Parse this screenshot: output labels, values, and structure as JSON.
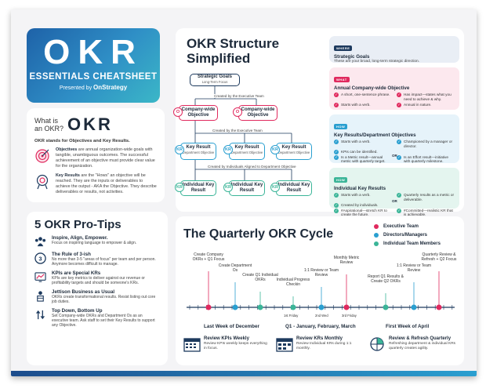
{
  "title_card": {
    "big": "OKR",
    "subtitle": "ESSENTIALS CHEATSHEET",
    "presented_by": "Presented by",
    "brand": "OnStrategy"
  },
  "what": {
    "question": "What is an OKR?",
    "heading": "OKR",
    "stands_for": "OKR stands for Objectives and Key Results.",
    "objectives_term": "Objectives",
    "objectives_text": " are annual organization-wide goals with tangible, unambiguous outcomes. The successful achievement of an objective must provide clear value for the organization.",
    "kr_term": "Key Results",
    "kr_text": " are the \"Hows\" an objective will be reached. They are the inputs or deliverables to achieve the output - AKA the Objective. They describe deliverables or results, not activities."
  },
  "structure": {
    "title_line1": "OKR Structure",
    "title_line2": "Simplified",
    "strategic_goals": "Strategic Goals",
    "long_term": "Long-Term Focus",
    "created_exec": "Created by the Executive Team",
    "company_obj": "Company-wide Objective",
    "created_exec2": "Created by the Executive Team",
    "key_result": "Key Result",
    "dept_objective": "Department Objective",
    "created_individuals": "Created by Individuals Aligned to Department Objective",
    "individual_kr": "Individual Key Result",
    "badge_o": "O",
    "badge_kr": "KR"
  },
  "annotations": {
    "where": {
      "tag": "WHERE",
      "title": "Strategic Goals",
      "body": "These are your broad, long-term strategic direction."
    },
    "what": {
      "tag": "WHAT",
      "title": "Annual Company-wide Objective",
      "items": [
        "A short, one-sentence phrase.",
        "Has impact—states what you need to achieve & why.",
        "Starts with a verb.",
        "Annual in nature."
      ]
    },
    "how1": {
      "tag": "HOW",
      "title": "Key Results/Department Objectives",
      "items": [
        "Starts with a verb.",
        "Championed by a manager or director.",
        "KPIs can be identified.",
        "",
        "Is a Metric result—annual metric with quarterly target.",
        "Is an Effort result—initiative with quarterly milestone."
      ],
      "or": "OR"
    },
    "how2": {
      "tag": "HOW",
      "title": "Individual Key Results",
      "items": [
        "Starts with a verb.",
        "Quarterly results as a metric or deliverable.",
        "Created by individuals.",
        "",
        "#Aspirational—stretch KR to create the future.",
        "#Committed—realistic KR that is achievable."
      ],
      "or": "OR"
    }
  },
  "tips": {
    "title": "5 OKR Pro-Tips",
    "items": [
      {
        "title": "Inspire, Align, Empower.",
        "body": "Focus on inspiring language to empower & align."
      },
      {
        "title": "The Rule of 3-ish",
        "body": "No more than 3-5 \"areas of focus\" per team and per person. Anymore becomes difficult to manage."
      },
      {
        "title": "KPIs are Special KRs",
        "body": "KPIs are key metrics to deliver against our revenue or profitability targets and should be someone's KRs."
      },
      {
        "title": "Jettison Business as Usual",
        "body": "OKRs create transformational results. Resist listing out core job duties."
      },
      {
        "title": "Top Down, Bottom Up",
        "body": "Set Company-wide OKRs and Department Os as an executive team. Ask staff to set their Key Results to support any Objective."
      }
    ]
  },
  "quarterly": {
    "title": "The Quarterly OKR Cycle",
    "legend": [
      {
        "label": "Executive Team",
        "color": "#e0295e"
      },
      {
        "label": "Directors/Managers",
        "color": "#2a9fd0"
      },
      {
        "label": "Individual Team Members",
        "color": "#3bb598"
      }
    ],
    "events": [
      {
        "label": "Create Company OKRs + Q1 Focus",
        "color": "#e0295e"
      },
      {
        "label": "Create Department Os",
        "color": "#2a9fd0"
      },
      {
        "label": "Create Q1 Individual OKRs",
        "color": "#3bb598"
      },
      {
        "label": "Individual Progress Checkin",
        "color": "#3bb598"
      },
      {
        "label": "1:1 Review or Team Review",
        "color": "#2a9fd0"
      },
      {
        "label": "Monthly Metric Review",
        "color": "#e0295e"
      },
      {
        "label": "Report Q1 Results & Create Q2 OKRs",
        "color": "#3bb598"
      },
      {
        "label": "1:1 Review or Team Review",
        "color": "#2a9fd0"
      },
      {
        "label": "Quarterly Review & Refresh + Q2 Focus",
        "color": "#e0295e"
      }
    ],
    "weeks": [
      "1st Friday",
      "2nd Wed",
      "3rd Friday"
    ],
    "periods": [
      "Last Week of December",
      "Q1 - January, February, March",
      "First Week of April"
    ],
    "footer": [
      {
        "title": "Review KPIs Weekly",
        "body": "Review KPIs weekly keeps everything in focus."
      },
      {
        "title": "Review KRs Monthly",
        "body": "Review Individual KRs during 1:1 monthly."
      },
      {
        "title": "Review & Refresh Quarterly",
        "body": "Refreshing department & individual KRs quarterly creates agility."
      }
    ]
  }
}
